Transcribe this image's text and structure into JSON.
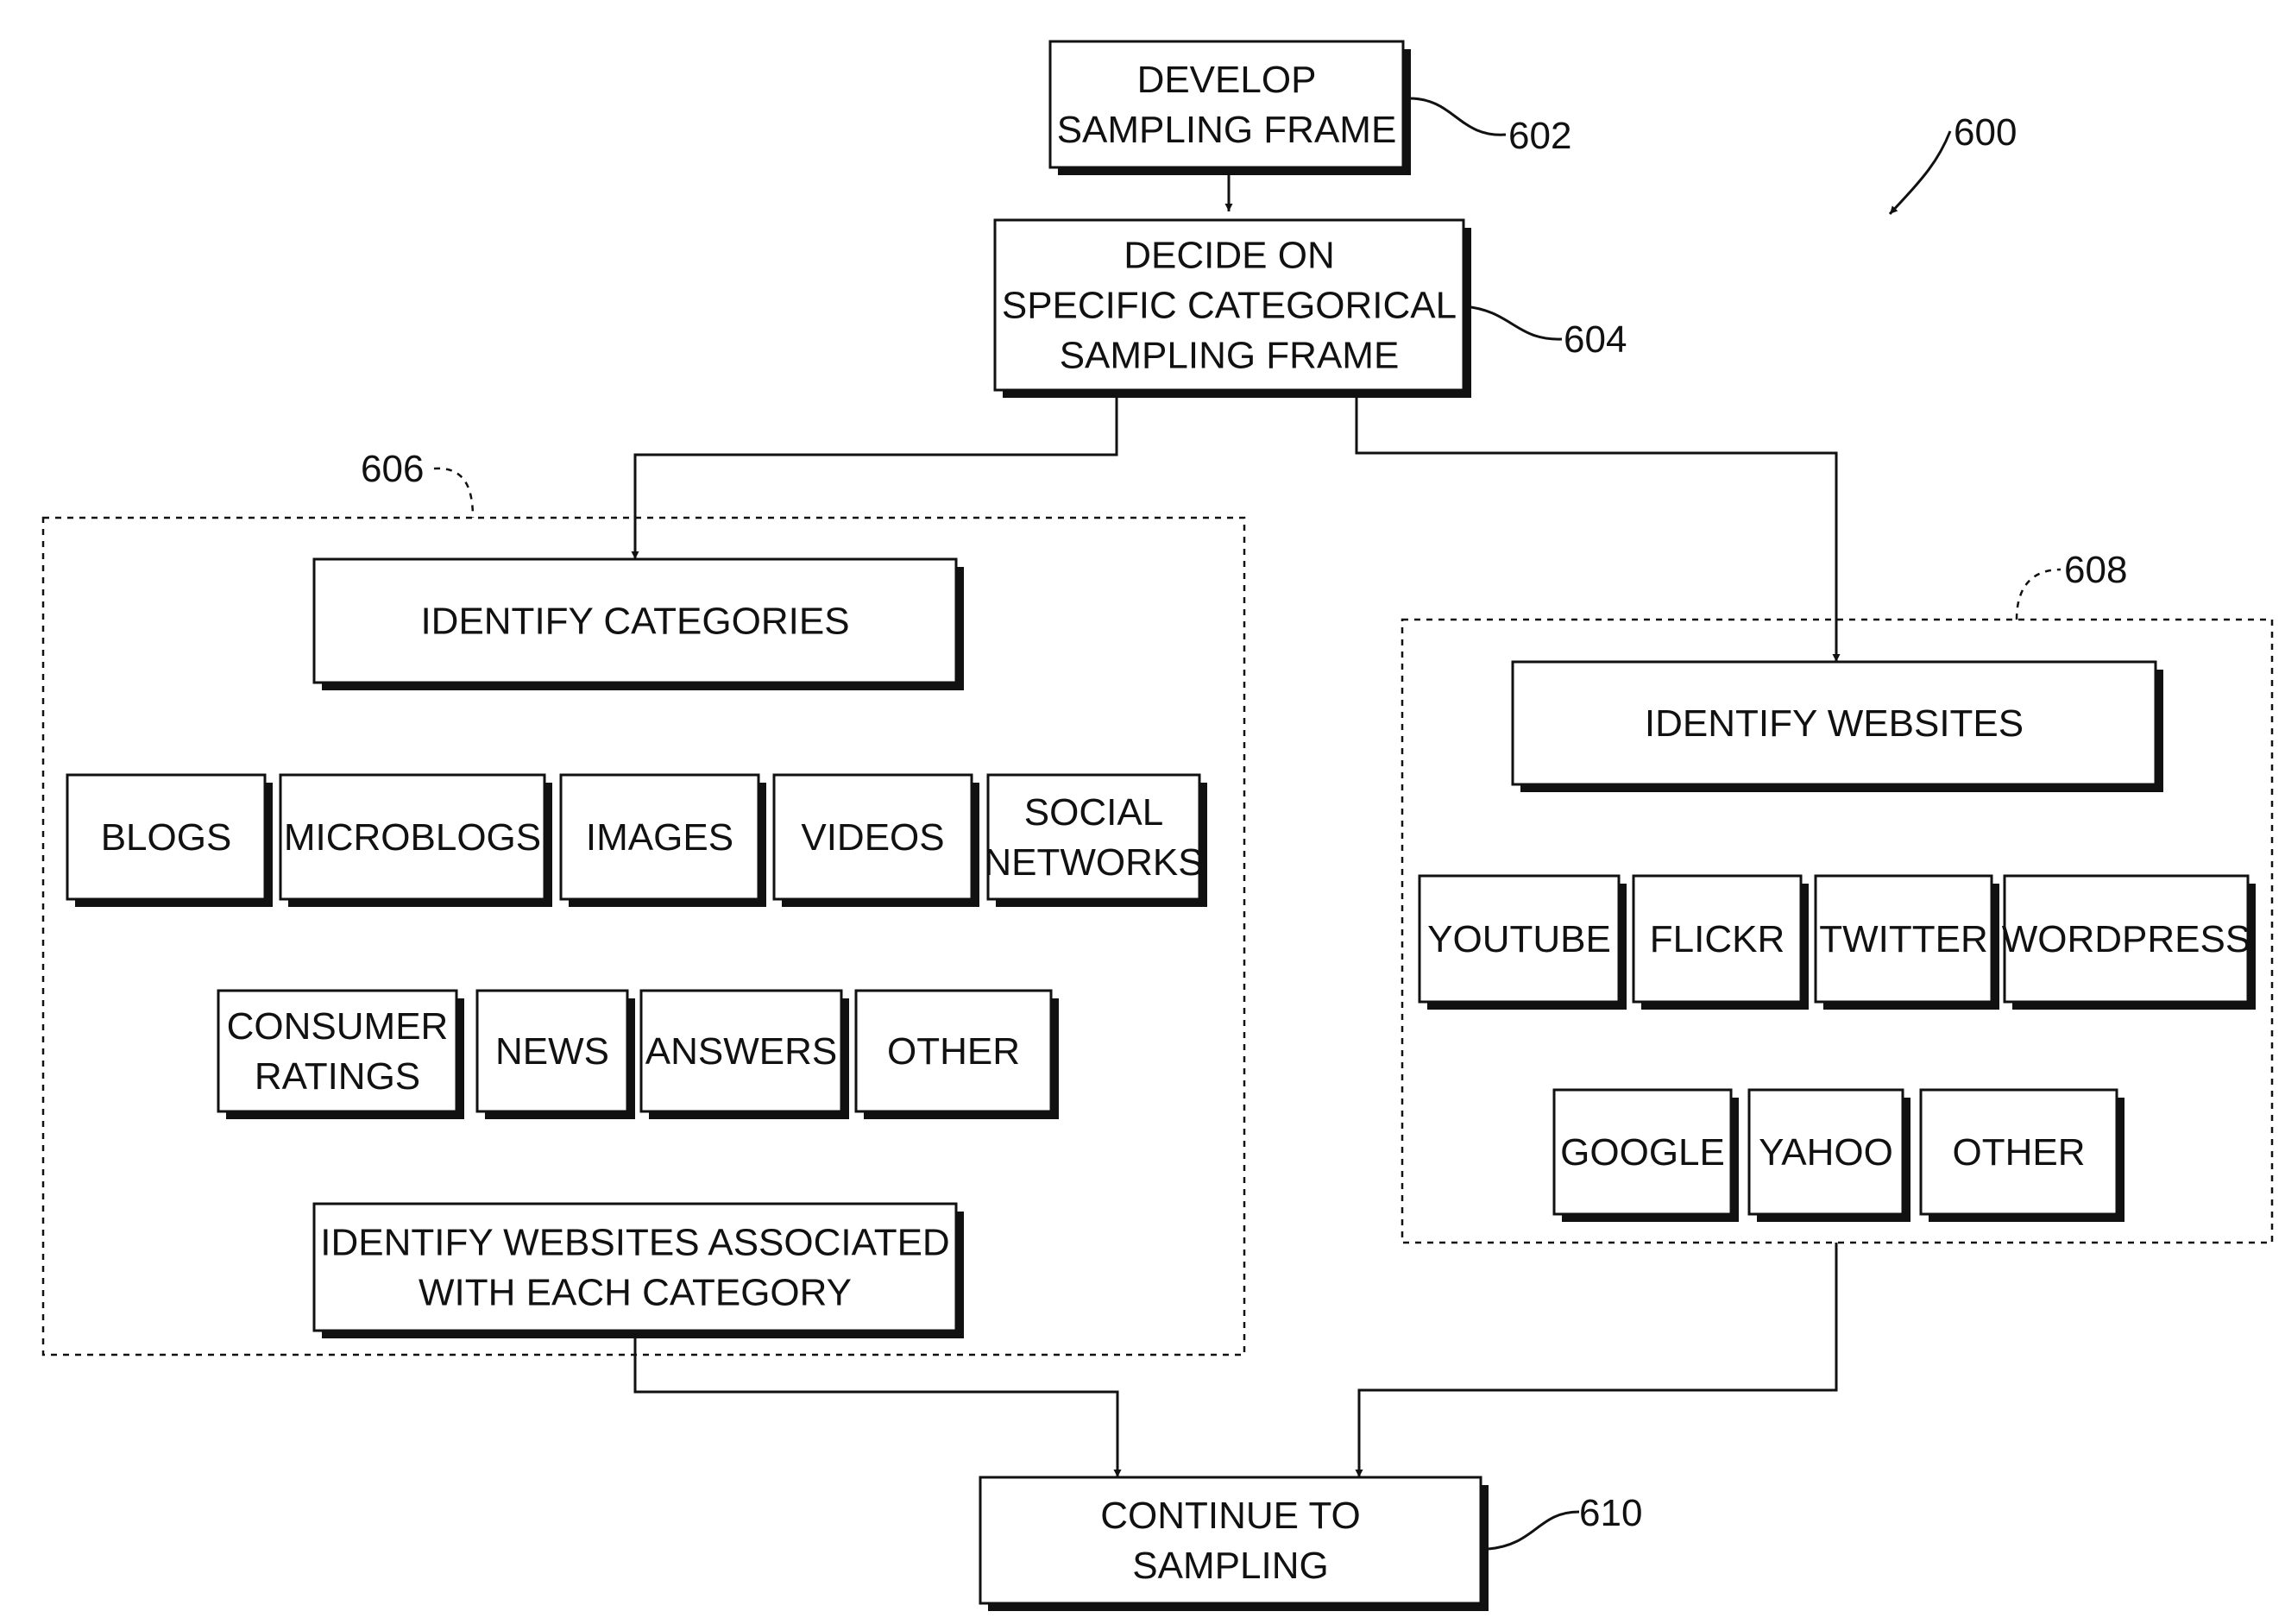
{
  "figure_ref": "600",
  "steps": {
    "develop": {
      "ref": "602",
      "lines": [
        "DEVELOP",
        "SAMPLING FRAME"
      ]
    },
    "decide": {
      "ref": "604",
      "lines": [
        "DECIDE ON",
        "SPECIFIC CATEGORICAL",
        "SAMPLING FRAME"
      ]
    },
    "continue": {
      "ref": "610",
      "lines": [
        "CONTINUE TO",
        "SAMPLING"
      ]
    }
  },
  "category_group": {
    "ref": "606",
    "header": [
      "IDENTIFY CATEGORIES"
    ],
    "items_row1": [
      [
        "BLOGS"
      ],
      [
        "MICROBLOGS"
      ],
      [
        "IMAGES"
      ],
      [
        "VIDEOS"
      ],
      [
        "SOCIAL",
        "NETWORKS"
      ]
    ],
    "items_row2": [
      [
        "CONSUMER",
        "RATINGS"
      ],
      [
        "NEWS"
      ],
      [
        "ANSWERS"
      ],
      [
        "OTHER"
      ]
    ],
    "footer": [
      "IDENTIFY WEBSITES ASSOCIATED",
      "WITH EACH CATEGORY"
    ]
  },
  "website_group": {
    "ref": "608",
    "header": [
      "IDENTIFY WEBSITES"
    ],
    "items_row1": [
      [
        "YOUTUBE"
      ],
      [
        "FLICKR"
      ],
      [
        "TWITTER"
      ],
      [
        "WORDPRESS"
      ]
    ],
    "items_row2": [
      [
        "GOOGLE"
      ],
      [
        "YAHOO"
      ],
      [
        "OTHER"
      ]
    ]
  }
}
